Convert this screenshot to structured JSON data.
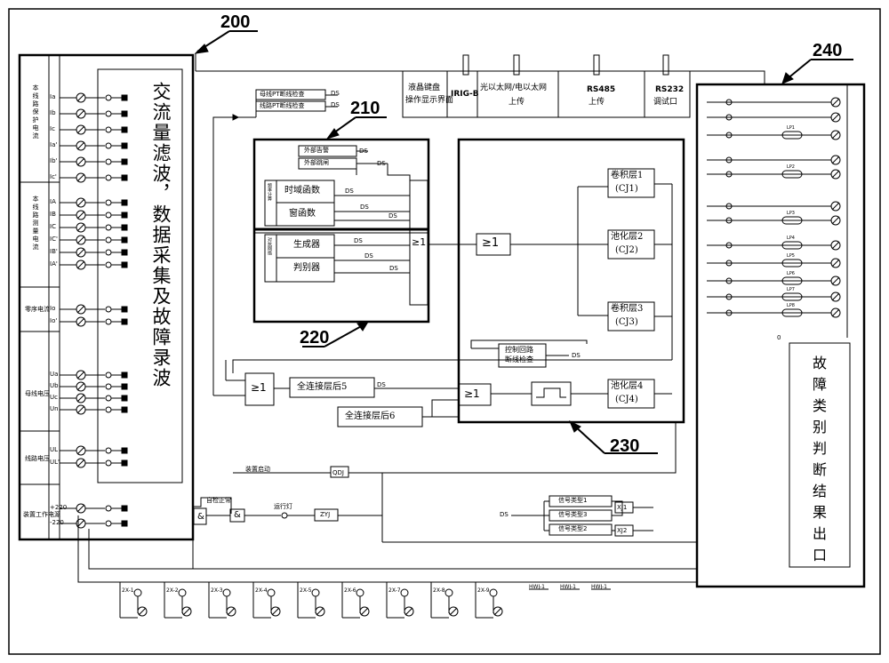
{
  "callouts": {
    "c200": "200",
    "c210": "210",
    "c220": "220",
    "c230": "230",
    "c240": "240"
  },
  "module200": {
    "title": "交流量滤波，数据采集及故障录波",
    "groups": [
      {
        "label": "本线路保护电流",
        "terms": [
          "Ia",
          "Ib",
          "Ic",
          "Ia'",
          "Ib'",
          "Ic'"
        ]
      },
      {
        "label": "本线路测量电流",
        "terms": [
          "IA",
          "IB",
          "IC",
          "IC'",
          "IB'",
          "IA'"
        ]
      },
      {
        "label": "零序电流",
        "terms": [
          "Io",
          "Io'"
        ]
      },
      {
        "label": "母线电压",
        "terms": [
          "Ua",
          "Ub",
          "Uc",
          "Un"
        ]
      },
      {
        "label": "线路电压",
        "terms": [
          "UL",
          "UL'"
        ]
      },
      {
        "label": "装置工作电源",
        "terms": [
          "+220",
          "-220"
        ]
      }
    ]
  },
  "top_boxes": [
    "液晶键盘操作显示界面",
    "IRIG-B",
    "光以太网/电以太网上传",
    "RS485上传",
    "RS232调试口"
  ],
  "top_boxes_split": {
    "lcd_line1": "液晶键盘",
    "lcd_line2": "操作显示界面",
    "irig": "IRIG-B",
    "eth_line1": "光以太网/电以太网",
    "eth_line2": "上传",
    "rs485_line1": "RS485",
    "rs485_line2": "上传",
    "rs232_line1": "RS232",
    "rs232_line2": "调试口"
  },
  "pt_checks": [
    "母线PT断线检查",
    "线路PT断线检查"
  ],
  "module210": {
    "external": [
      "外部告警",
      "外部跳闸"
    ],
    "group1_label": "频率计算",
    "group1": [
      "时域函数",
      "窗函数"
    ],
    "group2_label": "对抗网络",
    "group2": [
      "生成器",
      "判别器"
    ],
    "or_gate": "≥1"
  },
  "module230": {
    "or_gate": "≥1",
    "layers": [
      {
        "name": "卷积层1",
        "code": "(CJ1)"
      },
      {
        "name": "池化层2",
        "code": "(CJ2)"
      },
      {
        "name": "卷积层3",
        "code": "(CJ3)"
      },
      {
        "name": "池化层4",
        "code": "(CJ4)"
      }
    ],
    "control_check_1": "控制回路",
    "control_check_2": "断线检查",
    "or_gate2": "≥1"
  },
  "fc5": "全连接层后5",
  "fc6": "全连接层后6",
  "or_gate_left": "≥1",
  "ds": "DS",
  "device_start": "装置启动",
  "qdj": "QDJ",
  "self_check": "自检正常",
  "run_light": "运行灯",
  "zyj": "ZYJ",
  "and_gate": "&",
  "signals": [
    "信号类型1",
    "信号类型3",
    "信号类型2"
  ],
  "xj": [
    "XJ1",
    "XJ2"
  ],
  "module240": {
    "result": "故障类别判断结果出口",
    "zero": "0",
    "lp": [
      "LP1",
      "LP2",
      "LP3",
      "LP4",
      "LP5",
      "LP6",
      "LP7",
      "LP8"
    ]
  },
  "bottom_terms": [
    "2X-1",
    "2X-2",
    "2X-3",
    "2X-4",
    "2X-5",
    "2X-6",
    "2X-7",
    "2X-8",
    "2X-9"
  ],
  "hwj": [
    "HWJ-1",
    "HWJ-1",
    "HWJ-1"
  ]
}
